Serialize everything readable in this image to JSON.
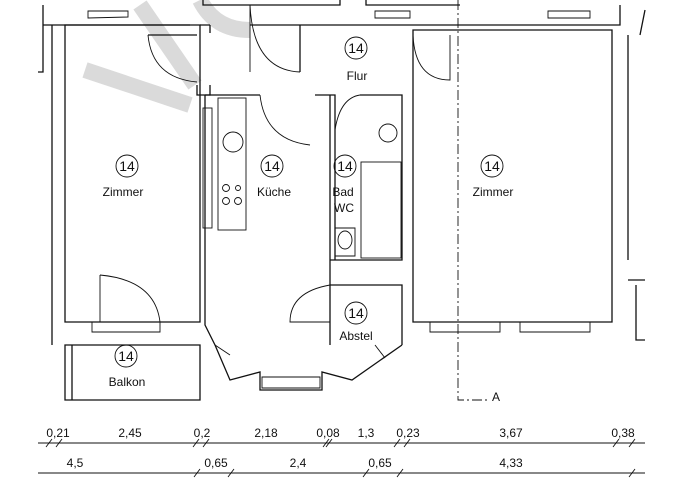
{
  "rooms": [
    {
      "number": "14",
      "name": "Zimmer"
    },
    {
      "number": "14",
      "name": "Flur"
    },
    {
      "number": "14",
      "name": "Küche"
    },
    {
      "number": "14",
      "name": "Bad",
      "name2": "WC"
    },
    {
      "number": "14",
      "name": "Zimmer"
    },
    {
      "number": "14",
      "name": "Abstel"
    },
    {
      "number": "14",
      "name": "Balkon"
    }
  ],
  "section_marker": "A",
  "dimensions": {
    "row1": [
      "0,21",
      "2,45",
      "0,2",
      "2,18",
      "0,08",
      "1,3",
      "0,23",
      "3,67",
      "0,38"
    ],
    "row2": [
      "4,5",
      "0,65",
      "2,4",
      "0,65",
      "4,33"
    ]
  },
  "colors": {
    "line": "#111111",
    "watermark": "#d0d0d0"
  }
}
